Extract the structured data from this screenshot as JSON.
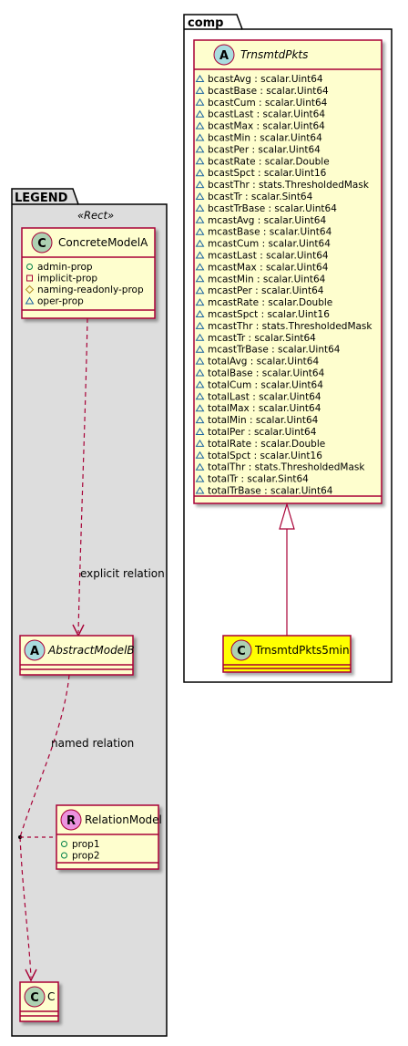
{
  "colors": {
    "class_fill": "#FEFECE",
    "class_border": "#A80036",
    "highlight_fill": "#FFFF00",
    "legend_fill": "#DDDDDD",
    "abstract_circle": "#A9DCDF",
    "concrete_circle": "#ADD1B2",
    "relation_circle": "#EB93DF"
  },
  "packages": {
    "comp": {
      "label": "comp"
    },
    "legend": {
      "label": "LEGEND",
      "stereotype": "«Rect»"
    }
  },
  "classes": {
    "trnsmtd": {
      "name": "TrnsmtdPkts",
      "kind": "A",
      "attributes": [
        "bcastAvg : scalar.Uint64",
        "bcastBase : scalar.Uint64",
        "bcastCum : scalar.Uint64",
        "bcastLast : scalar.Uint64",
        "bcastMax : scalar.Uint64",
        "bcastMin : scalar.Uint64",
        "bcastPer : scalar.Uint64",
        "bcastRate : scalar.Double",
        "bcastSpct : scalar.Uint16",
        "bcastThr : stats.ThresholdedMask",
        "bcastTr : scalar.Sint64",
        "bcastTrBase : scalar.Uint64",
        "mcastAvg : scalar.Uint64",
        "mcastBase : scalar.Uint64",
        "mcastCum : scalar.Uint64",
        "mcastLast : scalar.Uint64",
        "mcastMax : scalar.Uint64",
        "mcastMin : scalar.Uint64",
        "mcastPer : scalar.Uint64",
        "mcastRate : scalar.Double",
        "mcastSpct : scalar.Uint16",
        "mcastThr : stats.ThresholdedMask",
        "mcastTr : scalar.Sint64",
        "mcastTrBase : scalar.Uint64",
        "totalAvg : scalar.Uint64",
        "totalBase : scalar.Uint64",
        "totalCum : scalar.Uint64",
        "totalLast : scalar.Uint64",
        "totalMax : scalar.Uint64",
        "totalMin : scalar.Uint64",
        "totalPer : scalar.Uint64",
        "totalRate : scalar.Double",
        "totalSpct : scalar.Uint16",
        "totalThr : stats.ThresholdedMask",
        "totalTr : scalar.Sint64",
        "totalTrBase : scalar.Uint64"
      ]
    },
    "trnsmtd5": {
      "name": "TrnsmtdPkts5min",
      "kind": "C"
    },
    "concrete": {
      "name": "ConcreteModelA",
      "kind": "C",
      "attributes": [
        {
          "vis": "+",
          "text": "admin-prop"
        },
        {
          "vis": "-",
          "text": "implicit-prop"
        },
        {
          "vis": "#",
          "text": "naming-readonly-prop"
        },
        {
          "vis": "~",
          "text": "oper-prop"
        }
      ]
    },
    "abstract": {
      "name": "AbstractModelB",
      "kind": "A"
    },
    "relation": {
      "name": "RelationModel",
      "kind": "R",
      "attributes": [
        {
          "vis": "+",
          "text": "prop1"
        },
        {
          "vis": "+",
          "text": "prop2"
        }
      ]
    },
    "c": {
      "name": "C",
      "kind": "C"
    }
  },
  "relations": {
    "explicit": "explicit relation",
    "named": "named relation"
  }
}
